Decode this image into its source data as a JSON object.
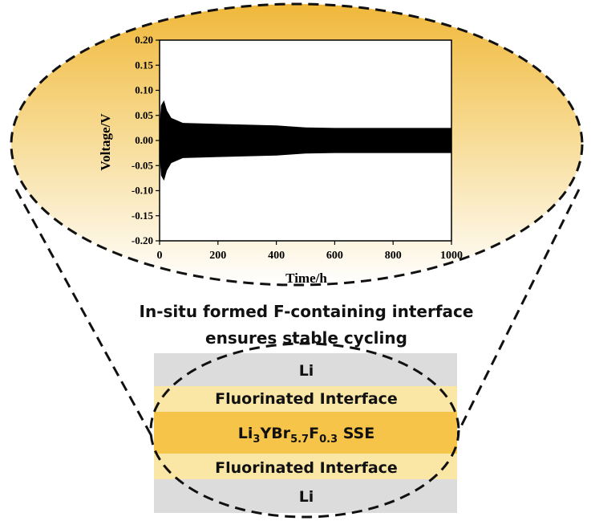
{
  "colors": {
    "ellipse_top": "#f0b83a",
    "ellipse_mid": "#f7da91",
    "ellipse_bottom": "#ffffff",
    "dashed": "#111111",
    "li_layer": "#dcdcdc",
    "fluorinated_layer": "#fae7a5",
    "sse_layer": "#f5c449",
    "signal": "#000000"
  },
  "chart_data": {
    "type": "line",
    "xlabel": "Time/h",
    "ylabel": "Voltage/V",
    "xlim": [
      0,
      1000
    ],
    "ylim": [
      -0.2,
      0.2
    ],
    "x_ticks": [
      "0",
      "200",
      "400",
      "600",
      "800",
      "1000"
    ],
    "y_ticks": [
      "0.20",
      "0.15",
      "0.10",
      "0.05",
      "0.00",
      "-0.05",
      "-0.10",
      "-0.15",
      "-0.20"
    ],
    "grid": false,
    "series": [
      {
        "x": [
          0,
          5,
          15,
          25,
          40,
          80,
          200,
          400,
          500,
          600,
          800,
          1000
        ],
        "upper": [
          0.03,
          0.07,
          0.08,
          0.06,
          0.045,
          0.035,
          0.033,
          0.03,
          0.026,
          0.025,
          0.025,
          0.025
        ],
        "lower": [
          -0.03,
          -0.07,
          -0.08,
          -0.06,
          -0.045,
          -0.035,
          -0.033,
          -0.03,
          -0.026,
          -0.025,
          -0.025,
          -0.025
        ]
      }
    ]
  },
  "caption": {
    "line1": "In-situ formed F-containing interface",
    "line2": "ensures stable cycling"
  },
  "stack": {
    "li_top": "Li",
    "fluor_top": "Fluorinated Interface",
    "sse": {
      "p1": "Li",
      "s1": "3",
      "p2": "YBr",
      "s2": "5.7",
      "p3": "F",
      "s3": "0.3",
      "p4": " SSE"
    },
    "fluor_bottom": "Fluorinated Interface",
    "li_bottom": "Li"
  }
}
